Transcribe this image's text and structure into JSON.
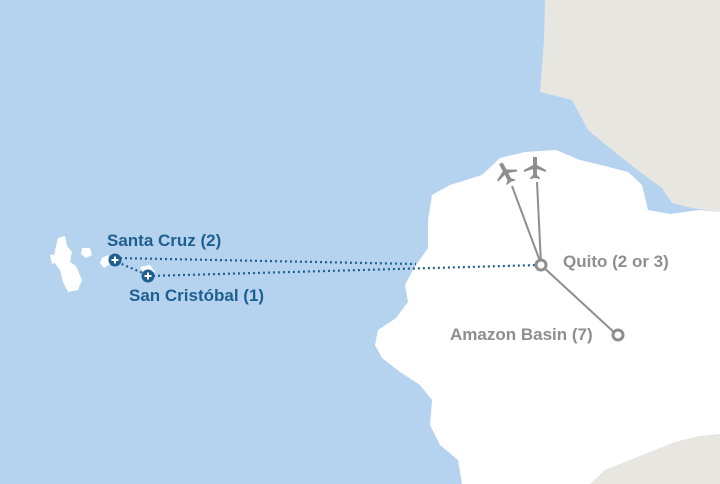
{
  "colors": {
    "ocean": "#b5d3ef",
    "land": "#ffffff",
    "neighbor_land": "#e8e6e1",
    "route_blue": "#1f5f8f",
    "route_gray": "#8e8e8e"
  },
  "locations": {
    "santa_cruz": {
      "label": "Santa Cruz (2)",
      "marker": "plus-circle-icon"
    },
    "san_cristobal": {
      "label": "San Cristóbal (1)",
      "marker": "plus-circle-icon"
    },
    "quito": {
      "label": "Quito (2 or 3)",
      "marker": "ring-icon"
    },
    "amazon_basin": {
      "label": "Amazon Basin (7)",
      "marker": "ring-icon"
    }
  },
  "icons": [
    "airplane-icon",
    "airplane-icon"
  ]
}
